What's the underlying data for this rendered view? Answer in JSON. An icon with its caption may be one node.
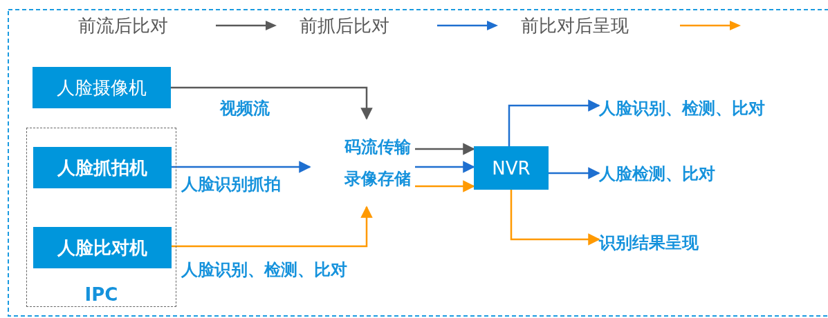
{
  "diagram": {
    "nodes": [
      {
        "text": [
          "IPC"
        ]
      },
      {
        "text": [
          "人脸摄像机"
        ]
      },
      {
        "text": [
          "人脸抓拍机"
        ],
        "in": 0
      },
      {
        "text": [
          "人脸比对机"
        ],
        "in": 0
      },
      {
        "text": [
          "码流传输",
          "录像存储"
        ]
      },
      {
        "text": [
          "NVR"
        ]
      },
      {
        "text": [
          "人脸识别、检测、比对"
        ]
      },
      {
        "text": [
          "人脸检测、比对"
        ]
      },
      {
        "text": [
          "识别结果呈现"
        ]
      }
    ],
    "edges": [
      {
        "from": 1,
        "to": 4,
        "arrow": "to",
        "label": "视频流",
        "color": "#595959"
      },
      {
        "from": 2,
        "to": 4,
        "arrow": "to",
        "label": "人脸识别抓拍"
      },
      {
        "from": 3,
        "to": 4,
        "arrow": "to",
        "label": "人脸识别、检测、比对",
        "color": "#ff9900"
      },
      {
        "from": 4,
        "to": 5,
        "arrow": "to",
        "color": "#595959"
      },
      {
        "from": 4,
        "to": 5,
        "arrow": "to"
      },
      {
        "from": 4,
        "to": 5,
        "arrow": "to",
        "color": "#ff9900"
      },
      {
        "from": 5,
        "to": 6,
        "arrow": "to"
      },
      {
        "from": 5,
        "to": 7,
        "arrow": "to"
      },
      {
        "from": 5,
        "to": 8,
        "arrow": "to",
        "color": "#ff9900"
      }
    ],
    "legend": [
      {
        "text": "前流后比对"
      },
      {
        "text": "前抓后比对"
      },
      {
        "text": "前比对后呈现"
      }
    ]
  }
}
